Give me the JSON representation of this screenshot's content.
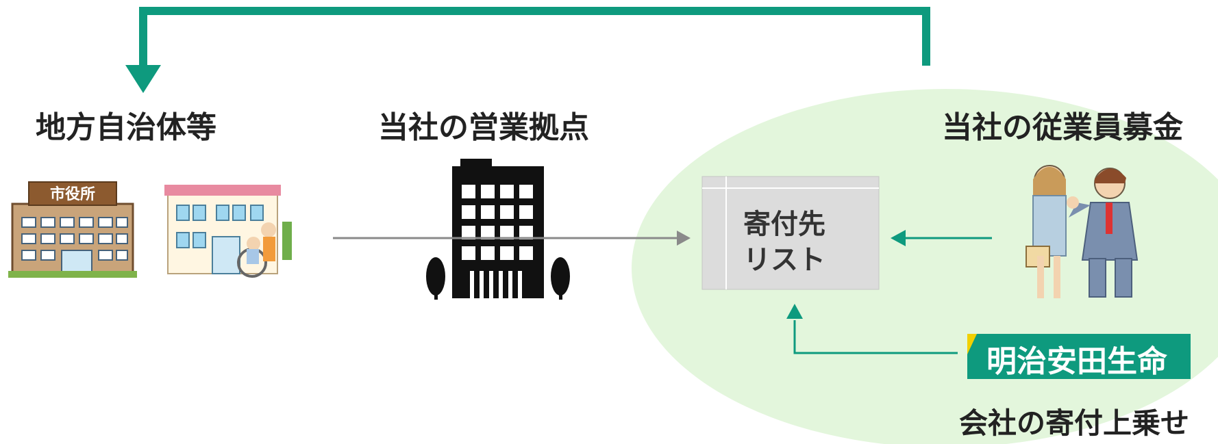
{
  "nodes": {
    "local_gov": "地方自治体等",
    "sales_office": "当社の営業拠点",
    "employee_fund": "当社の従業員募金",
    "company_addon": "会社の寄付上乗せ"
  },
  "city_hall_sign": "市役所",
  "donation_list": {
    "line1": "寄付先",
    "line2": "リスト"
  },
  "brand": {
    "name": "明治安田生命"
  },
  "colors": {
    "teal": "#0e9a7e",
    "ellipse": "#e3f6dc",
    "gray_arrow": "#8a8a8a",
    "brand_yellow": "#f1d000"
  }
}
